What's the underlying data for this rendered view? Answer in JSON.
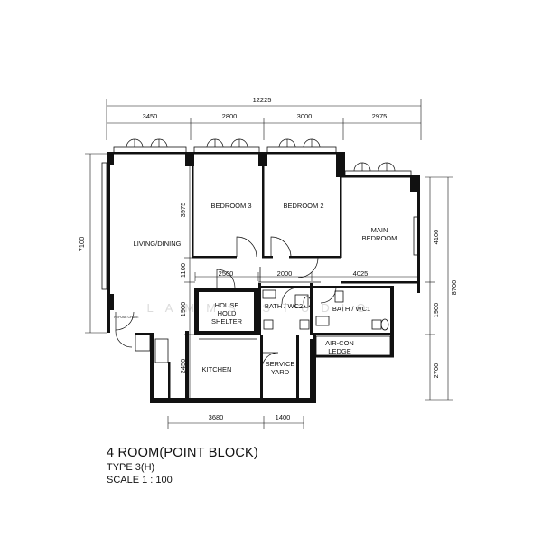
{
  "plan": {
    "title": "4 ROOM(POINT BLOCK)",
    "type": "TYPE 3(H)",
    "scale": "SCALE 1 : 100",
    "watermark": "LAMMS STUDIO"
  },
  "rooms": {
    "bedroom3": "BEDROOM 3",
    "bedroom2": "BEDROOM 2",
    "main_bedroom_1": "MAIN",
    "main_bedroom_2": "BEDROOM",
    "living": "LIVING/DINING",
    "shelter_1": "HOUSE",
    "shelter_2": "HOLD",
    "shelter_3": "SHELTER",
    "bath2": "BATH / WC2",
    "bath1": "BATH / WC1",
    "aircon_1": "AIR-CON",
    "aircon_2": "LEDGE",
    "kitchen": "KITCHEN",
    "service_1": "SERVICE",
    "service_2": "YARD",
    "refuse": "REFUSE CHUTE"
  },
  "dimensions": {
    "overall_width": "12225",
    "top_1": "3450",
    "top_2": "2800",
    "top_3": "3000",
    "top_4": "2975",
    "left_total": "7100",
    "bed3_depth": "3975",
    "corridor": "1100",
    "shelter_depth": "1900",
    "kitchen_depth": "2450",
    "corr_1": "2500",
    "corr_2": "2000",
    "corr_3": "4025",
    "right_total": "8700",
    "right_1": "4100",
    "right_2": "1900",
    "right_3": "2700",
    "bottom_1": "3680",
    "bottom_2": "1400"
  }
}
